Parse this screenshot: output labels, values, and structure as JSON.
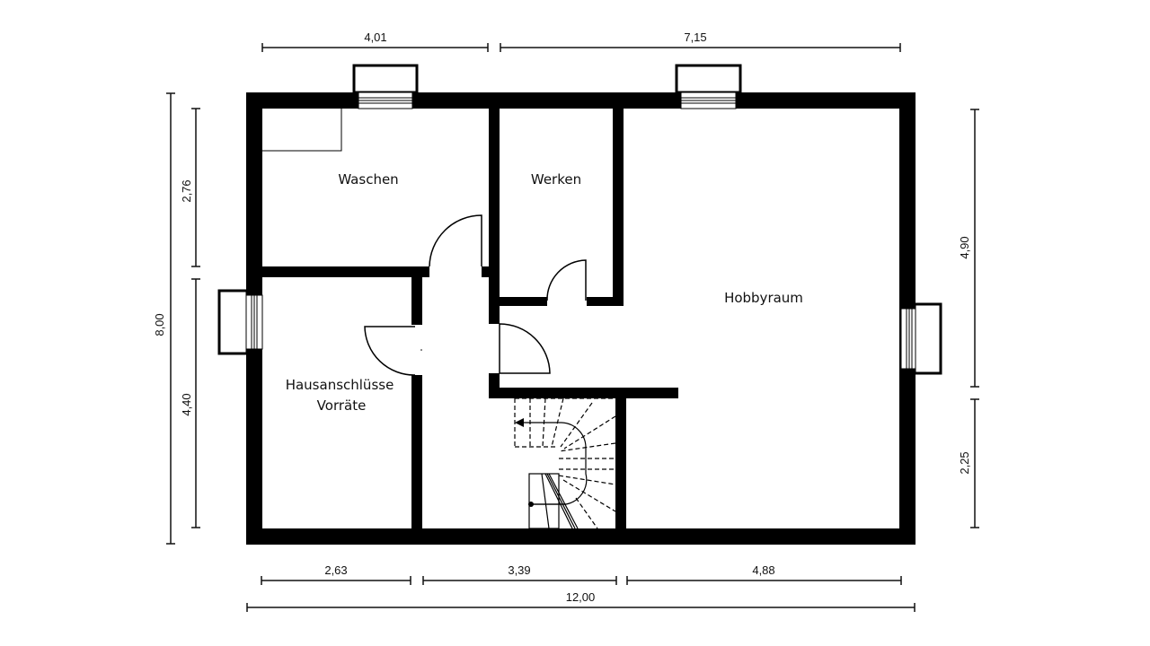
{
  "colors": {
    "wall": "#000000",
    "background": "#ffffff",
    "line": "#111111"
  },
  "rooms": {
    "waschen": "Waschen",
    "werken": "Werken",
    "hobbyraum": "Hobbyraum",
    "hausanschluesse_line1": "Hausanschlüsse",
    "hausanschluesse_line2": "Vorräte"
  },
  "dimensions": {
    "top": [
      "4,01",
      "7,15"
    ],
    "bottom": [
      "2,63",
      "3,39",
      "4,88"
    ],
    "bottom_total": "12,00",
    "left": [
      "2,76",
      "4,40"
    ],
    "left_total": "8,00",
    "right": [
      "4,90",
      "2,25"
    ]
  }
}
